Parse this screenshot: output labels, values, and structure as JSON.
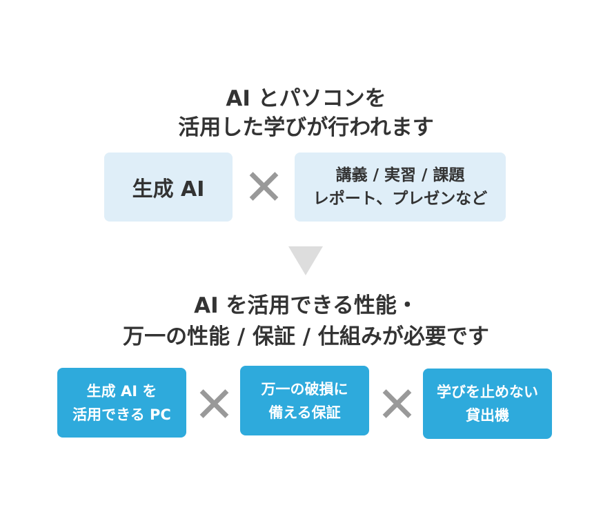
{
  "heading1": {
    "line1": "AI とパソコンを",
    "line2": "活用した学びが行われます"
  },
  "top_boxes": [
    {
      "lines": [
        "生成 AI"
      ]
    },
    {
      "lines": [
        "講義 / 実習 / 課題",
        "レポート、プレゼンなど"
      ]
    }
  ],
  "heading2": {
    "line1": "AI を活用できる性能・",
    "line2": "万一の性能 / 保証 / 仕組みが必要です"
  },
  "bottom_boxes": [
    {
      "lines": [
        "生成 AI を",
        "活用できる PC"
      ]
    },
    {
      "lines": [
        "万一の破損に",
        "備える保証"
      ]
    },
    {
      "lines": [
        "学びを止めない",
        "貸出機"
      ]
    }
  ],
  "colors": {
    "light_box": "#dfeef8",
    "blue_box": "#2eaadc",
    "operator": "#999999",
    "arrow": "#dddddd"
  }
}
